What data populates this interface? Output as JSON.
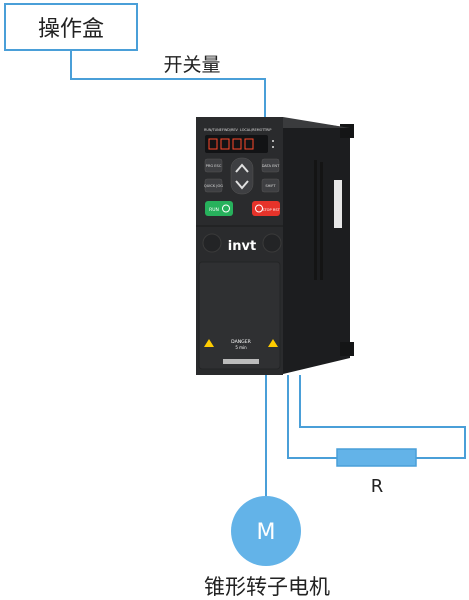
{
  "control_box": {
    "label": "操作盒"
  },
  "signal": {
    "label": "开关量"
  },
  "inverter": {
    "brand": "invt",
    "run_label": "RUN",
    "stop_label": "STOP RST",
    "danger_title": "DANGER",
    "danger_sub": "5 min",
    "keys": [
      "PRG ESC",
      "DATA ENT",
      "QUICK JOG",
      "SHIFT"
    ],
    "led_labels": [
      "RUN/TUNE",
      "FWD/REV",
      "LOCAL/REMOT",
      "TRIP"
    ]
  },
  "resistor": {
    "label": "R"
  },
  "motor": {
    "symbol": "M",
    "label": "锥形转子电机"
  },
  "colors": {
    "wire": "#4a9fd8",
    "motor_fill": "#63b3e8",
    "resistor_fill": "#63b3e8",
    "device_body": "#2a2b2d",
    "device_side": "#1c1d1f"
  }
}
